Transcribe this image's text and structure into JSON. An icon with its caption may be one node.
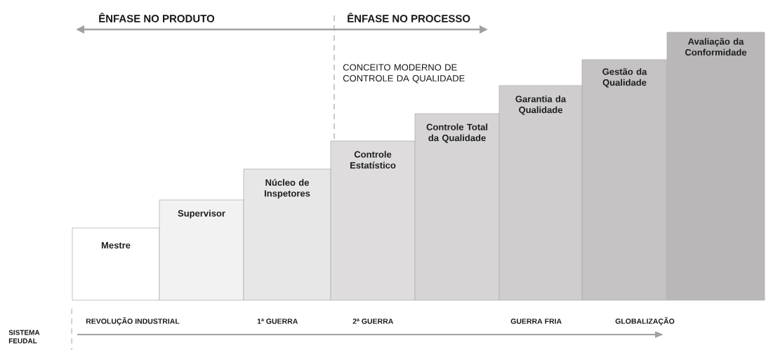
{
  "diagram": {
    "nodes": [
      {
        "text": [
          "Mestre"
        ]
      },
      {
        "text": [
          "Supervisor"
        ]
      },
      {
        "text": [
          "Núcleo de Inspetores"
        ]
      },
      {
        "text": [
          "Controle Estatístico"
        ]
      },
      {
        "text": [
          "Controle Total da Qualidade"
        ]
      },
      {
        "text": [
          "Garantia da Qualidade"
        ]
      },
      {
        "text": [
          "Gestão da Qualidade"
        ]
      },
      {
        "text": [
          "Avaliação da Conformidade"
        ]
      }
    ],
    "labels": [
      "ÊNFASE NO PRODUTO",
      "ÊNFASE NO PROCESSO",
      "CONCEITO MODERNO DE CONTROLE DA QUALIDADE",
      "SISTEMA FEUDAL",
      "REVOLUÇÃO INDUSTRIAL",
      "1ª GUERRA",
      "2ª GUERRA",
      "GUERRA FRIA",
      "GLOBALIZAÇÃO"
    ]
  }
}
